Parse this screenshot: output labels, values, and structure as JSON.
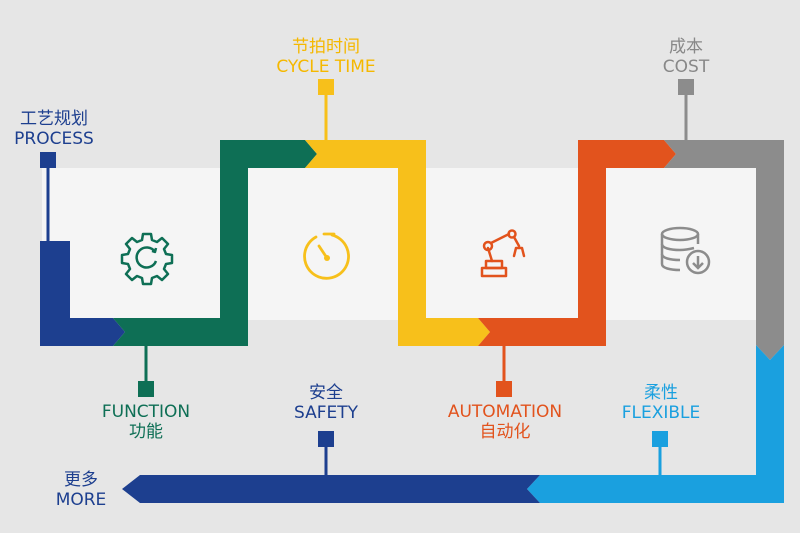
{
  "colors": {
    "navy": "#1d3f8f",
    "green": "#0e6f55",
    "yellow": "#f7c01b",
    "orange": "#e2531d",
    "gray": "#8c8c8c",
    "blue": "#1aa0df",
    "panel": "#f5f5f5",
    "background": "#e6e6e6"
  },
  "labels": {
    "process": {
      "cn": "工艺规划",
      "en": "PROCESS"
    },
    "cycle_time": {
      "cn": "节拍时间",
      "en": "CYCLE TIME"
    },
    "cost": {
      "cn": "成本",
      "en": "COST"
    },
    "function": {
      "en": "FUNCTION",
      "cn": "功能"
    },
    "safety": {
      "cn": "安全",
      "en": "SAFETY"
    },
    "automation": {
      "en": "AUTOMATION",
      "cn": "自动化"
    },
    "flexible": {
      "cn": "柔性",
      "en": "FLEXIBLE"
    },
    "more": {
      "cn": "更多",
      "en": "MORE"
    }
  },
  "icons": [
    "gear-icon",
    "stopwatch-icon",
    "robot-arm-icon",
    "database-download-icon"
  ]
}
